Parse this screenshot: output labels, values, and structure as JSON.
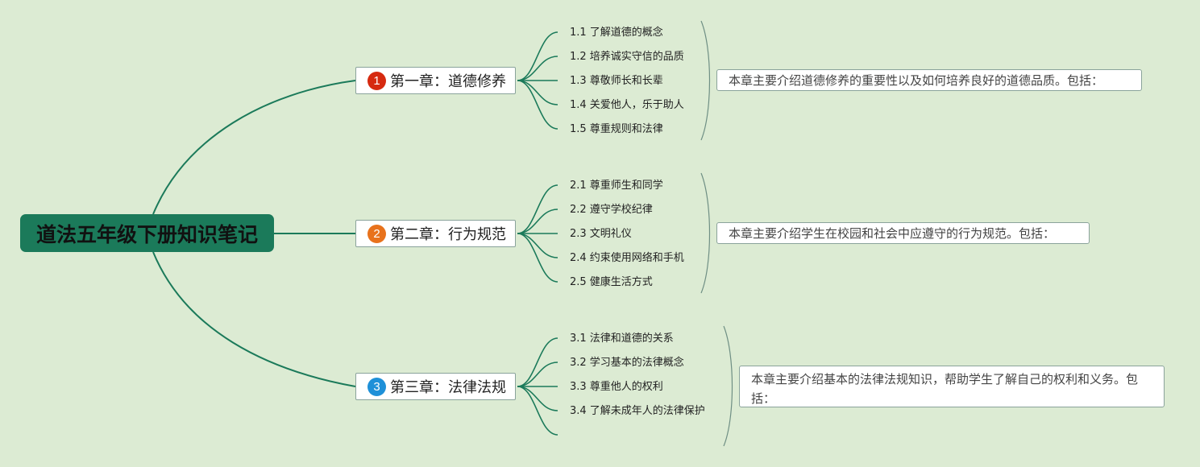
{
  "root": {
    "title": "道法五年级下册知识笔记"
  },
  "colors": {
    "background": "#dcebd3",
    "root": "#1b7a5a",
    "line": "#1b7a5a",
    "badge1": "#d62a10",
    "badge2": "#e8721c",
    "badge3": "#1e90d8"
  },
  "chapters": [
    {
      "badge": "1",
      "title": "第一章：道德修养",
      "items": [
        "1.1 了解道德的概念",
        "1.2 培养诚实守信的品质",
        "1.3 尊敬师长和长辈",
        "1.4 关爱他人，乐于助人",
        "1.5 尊重规则和法律"
      ],
      "summary": "本章主要介绍道德修养的重要性以及如何培养良好的道德品质。包括："
    },
    {
      "badge": "2",
      "title": "第二章：行为规范",
      "items": [
        "2.1 尊重师生和同学",
        "2.2 遵守学校纪律",
        "2.3 文明礼仪",
        "2.4 约束使用网络和手机",
        "2.5 健康生活方式"
      ],
      "summary": "本章主要介绍学生在校园和社会中应遵守的行为规范。包括："
    },
    {
      "badge": "3",
      "title": "第三章：法律法规",
      "items": [
        "3.1 法律和道德的关系",
        "3.2 学习基本的法律概念",
        "3.3 尊重他人的权利",
        "3.4 了解未成年人的法律保护",
        ""
      ],
      "summary": "本章主要介绍基本的法律法规知识，帮助学生了解自己的权利和义务。包括："
    }
  ]
}
